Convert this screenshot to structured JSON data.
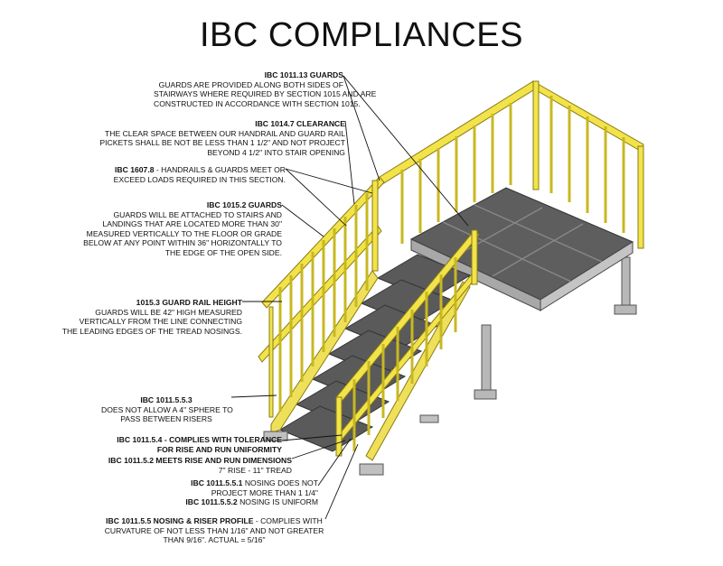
{
  "title": "IBC COMPLIANCES",
  "colors": {
    "rail": "#f2e34a",
    "rail_stroke": "#8a7c12",
    "grate": "#5a5a5a",
    "steel": "#b8b8b8"
  },
  "annotations": {
    "a1": {
      "head": "IBC 1011.13 GUARDS",
      "lines": [
        "GUARDS ARE PROVIDED ALONG BOTH SIDES OF",
        "STAIRWAYS WHERE REQUIRED BY SECTION 1015 AND ARE",
        "CONSTRUCTED  IN ACCORDANCE WITH SECTION 1015."
      ]
    },
    "a2": {
      "head": "IBC 1014.7 CLEARANCE",
      "lines": [
        "THE CLEAR SPACE BETWEEN OUR HANDRAIL AND GUARD RAIL",
        "PICKETS SHALL BE NOT BE LESS THAN 1 1/2\" AND NOT PROJECT",
        "BEYOND 4 1/2\" INTO STAIR OPENING"
      ]
    },
    "a3": {
      "head": "IBC 1607.8",
      "inline": " -  HANDRAILS & GUARDS MEET OR",
      "lines": [
        "EXCEED LOADS REQUIRED IN THIS SECTION."
      ]
    },
    "a4": {
      "head": "IBC 1015.2 GUARDS",
      "lines": [
        "GUARDS WILL BE ATTACHED TO STAIRS AND",
        "LANDINGS THAT ARE LOCATED MORE THAN 30\"",
        "MEASURED VERTICALLY TO THE FLOOR OR GRADE",
        "BELOW AT ANY POINT WITHIN 36\" HORIZONTALLY TO",
        "THE EDGE OF THE OPEN SIDE."
      ]
    },
    "a5": {
      "head": "1015.3 GUARD RAIL HEIGHT",
      "lines": [
        "GUARDS WILL BE 42\" HIGH MEASURED",
        "VERTICALLY FROM THE LINE CONNECTING",
        "THE LEADING EDGES OF THE TREAD NOSINGS."
      ]
    },
    "a6": {
      "head": "IBC 1011.5.5.3",
      "lines": [
        "DOES NOT ALLOW A 4\" SPHERE TO",
        "PASS BETWEEN RISERS"
      ]
    },
    "a7": {
      "head": "IBC 1011.5.4 - COMPLIES WITH TOLERANCE",
      "lines": [
        "FOR RISE AND RUN UNIFORMITY"
      ]
    },
    "a8": {
      "head": "IBC 1011.5.2 MEETS RISE AND RUN  DIMENSIONS",
      "lines": [
        "7\" RISE  - 11\" TREAD"
      ]
    },
    "a9": {
      "head": "IBC 1011.5.5.1",
      "inline": "  NOSING DOES NOT",
      "lines": [
        "PROJECT MORE THAN 1 1/4\""
      ]
    },
    "a10": {
      "head": "IBC 1011.5.5.2",
      "inline": "  NOSING IS UNIFORM",
      "lines": []
    },
    "a11": {
      "head": "IBC 1011.5.5 NOSING & RISER PROFILE",
      "inline": " - COMPLIES WITH",
      "lines": [
        "CURVATURE OF NOT LESS THAN 1/16\" AND NOT GREATER",
        "THAN 9/16\".  ACTUAL = 5/16\""
      ]
    }
  }
}
